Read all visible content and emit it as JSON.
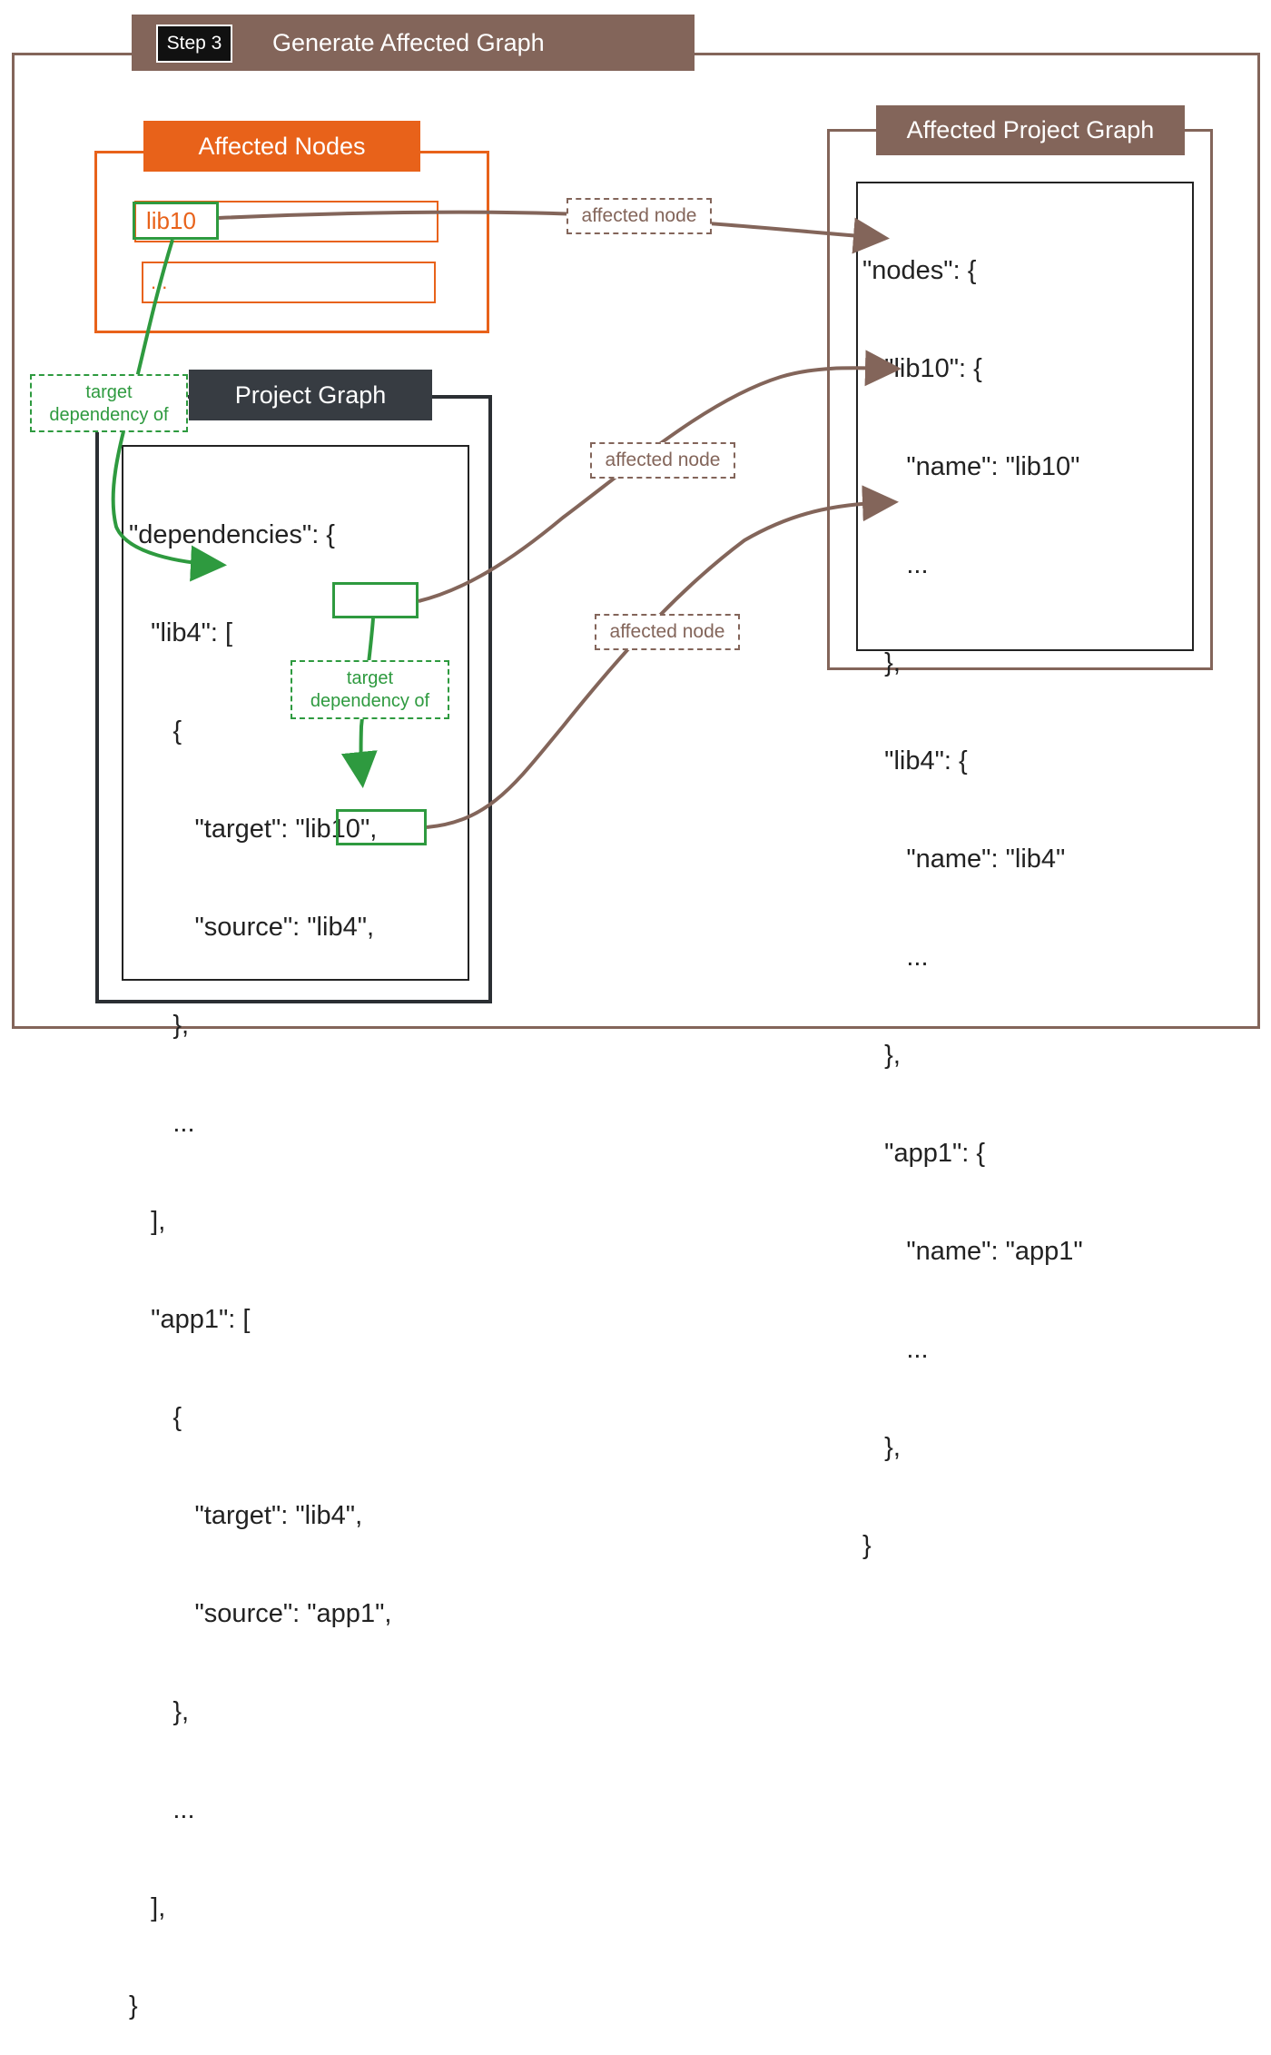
{
  "step": {
    "badge": "Step 3",
    "title": "Generate Affected Graph"
  },
  "affected_nodes": {
    "title": "Affected Nodes",
    "items": [
      "lib10",
      "..."
    ]
  },
  "project_graph": {
    "title": "Project Graph",
    "lines": [
      "\"dependencies\": {",
      "   \"lib4\": [",
      "      {",
      "         \"target\": \"lib10\",",
      "         \"source\": \"lib4\",",
      "      },",
      "      ...",
      "   ],",
      "   \"app1\": [",
      "      {",
      "         \"target\": \"lib4\",",
      "         \"source\": \"app1\",",
      "      },",
      "      ...",
      "   ],",
      "}"
    ]
  },
  "affected_project_graph": {
    "title": "Affected Project Graph",
    "lines": [
      "\"nodes\": {",
      "   \"lib10\": {",
      "      \"name\": \"lib10\"",
      "      ...",
      "   },",
      "   \"lib4\": {",
      "      \"name\": \"lib4\"",
      "      ...",
      "   },",
      "   \"app1\": {",
      "      \"name\": \"app1\"",
      "      ...",
      "   },",
      "}"
    ]
  },
  "labels": {
    "target_dependency_1": [
      "target",
      "dependency of"
    ],
    "target_dependency_2": [
      "target",
      "dependency of"
    ],
    "affected_node_1": "affected node",
    "affected_node_2": "affected node",
    "affected_node_3": "affected node"
  },
  "colors": {
    "brown": "#83655a",
    "orange": "#e8621a",
    "dark": "#373c42",
    "green": "#2e9a3f"
  }
}
